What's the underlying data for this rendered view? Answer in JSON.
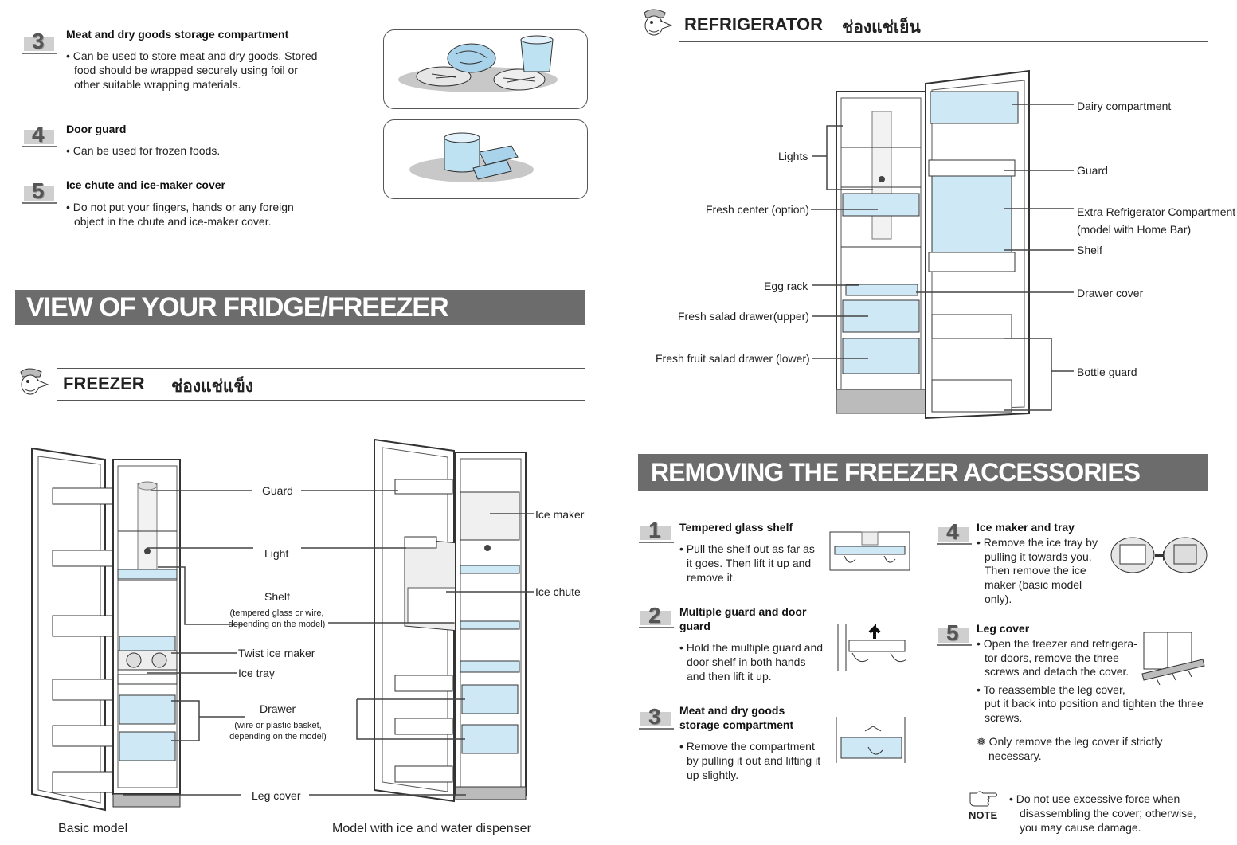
{
  "top_left": {
    "items": [
      {
        "num": "3",
        "title": "Meat and dry goods storage compartment",
        "lines": [
          "• Can be used to store meat and dry goods. Stored",
          "food should be wrapped securely using foil or",
          "other suitable wrapping materials."
        ]
      },
      {
        "num": "4",
        "title": "Door guard",
        "lines": [
          "• Can be used for frozen foods."
        ]
      },
      {
        "num": "5",
        "title": "Ice chute and ice-maker cover",
        "lines": [
          "• Do not put your fingers, hands or any foreign",
          "object in the chute and ice-maker cover."
        ]
      }
    ]
  },
  "view_banner": "VIEW OF YOUR FRIDGE/FREEZER",
  "freezer": {
    "title": "FREEZER",
    "thai": "ช่องแช่แข็ง",
    "labels": {
      "guard": "Guard",
      "light": "Light",
      "shelf": "Shelf",
      "shelf_sub": [
        "(tempered glass or wire,",
        "depending on the model)"
      ],
      "twist": "Twist ice maker",
      "ice_tray": "Ice tray",
      "drawer": "Drawer",
      "drawer_sub": [
        "(wire or plastic basket,",
        "depending on the model)"
      ],
      "leg_cover": "Leg cover",
      "ice_maker": "Ice maker",
      "ice_chute": "Ice chute"
    },
    "captions": {
      "basic": "Basic model",
      "dispenser": "Model with ice and water dispenser"
    }
  },
  "refrigerator": {
    "title": "REFRIGERATOR",
    "thai": "ช่องแช่เย็น",
    "left_labels": [
      "Lights",
      "Fresh center (option)",
      "Egg rack",
      "Fresh salad drawer(upper)",
      "Fresh fruit salad drawer (lower)"
    ],
    "right_labels": {
      "dairy": "Dairy compartment",
      "guard": "Guard",
      "extra": [
        "Extra Refrigerator Compartment",
        "(model with Home Bar)"
      ],
      "shelf": "Shelf",
      "drawer_cover": "Drawer cover",
      "bottle_guard": "Bottle guard"
    }
  },
  "removing": {
    "banner": "REMOVING THE FREEZER ACCESSORIES",
    "steps": [
      {
        "num": "1",
        "title": [
          "Tempered glass shelf"
        ],
        "lines": [
          "• Pull the shelf out as far as",
          "it goes. Then lift it up and",
          "remove it."
        ]
      },
      {
        "num": "2",
        "title": [
          "Multiple guard and door",
          "guard"
        ],
        "lines": [
          "• Hold the multiple guard and",
          "door shelf in both hands",
          "and then lift it up."
        ]
      },
      {
        "num": "3",
        "title": [
          "Meat and dry goods",
          "storage compartment"
        ],
        "lines": [
          "• Remove the compartment",
          "by pulling it out and lifting it",
          "up slightly."
        ]
      },
      {
        "num": "4",
        "title": [
          "Ice maker and tray"
        ],
        "lines": [
          "• Remove the ice tray by",
          "pulling it towards you.",
          "Then remove the ice",
          "maker (basic model",
          "only)."
        ]
      },
      {
        "num": "5",
        "title": [
          "Leg cover"
        ],
        "lines": [
          "• Open the freezer and refrigera-",
          "tor doors, remove the three",
          "screws and detach the cover.",
          "• To reassemble the leg cover,",
          "put it back into position and tighten the three",
          "screws."
        ]
      }
    ],
    "only_remove": [
      "❅ Only remove the leg cover if strictly",
      "necessary."
    ],
    "note_label": "NOTE",
    "note": [
      "• Do not use excessive force when",
      "disassembling the cover; otherwise,",
      "you may cause damage."
    ]
  }
}
